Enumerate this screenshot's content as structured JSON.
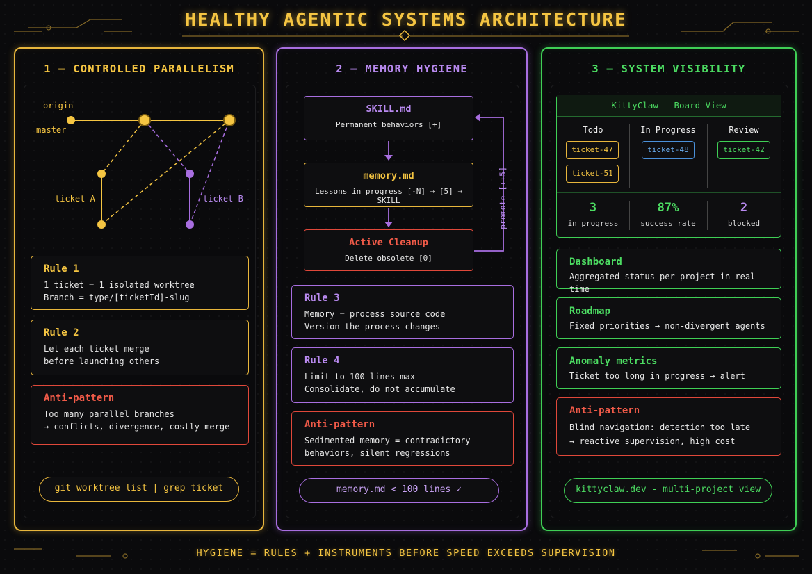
{
  "title": "HEALTHY AGENTIC SYSTEMS ARCHITECTURE",
  "footer": "HYGIENE = RULES + INSTRUMENTS BEFORE SPEED EXCEEDS SUPERVISION",
  "colors": {
    "yellow": "#e8b63c",
    "purple": "#a86ee0",
    "green": "#3fcf55",
    "red": "#e0483a",
    "blue": "#4a90d9"
  },
  "panel1": {
    "title": "1 — CONTROLLED PARALLELISM",
    "graph": {
      "origin": "origin",
      "master": "master",
      "ticket_a": "ticket-A",
      "ticket_b": "ticket-B"
    },
    "rule1": {
      "heading": "Rule 1",
      "line1": "1 ticket = 1 isolated worktree",
      "line2": "Branch = type/[ticketId]-slug"
    },
    "rule2": {
      "heading": "Rule 2",
      "line1": "Let each ticket merge",
      "line2": "before launching others"
    },
    "anti": {
      "heading": "Anti-pattern",
      "line1": "Too many parallel branches",
      "line2": "→ conflicts, divergence, costly merge"
    },
    "command": "git worktree list | grep ticket"
  },
  "panel2": {
    "title": "2 — MEMORY HYGIENE",
    "skill": {
      "heading": "SKILL.md",
      "text": "Permanent behaviors [+]"
    },
    "memory": {
      "heading": "memory.md",
      "text": "Lessons in progress [-N] → [5] → SKILL"
    },
    "cleanup": {
      "heading": "Active Cleanup",
      "text": "Delete obsolete [0]"
    },
    "promote": "promote [++5]",
    "rule3": {
      "heading": "Rule 3",
      "line1": "Memory = process source code",
      "line2": "Version the process changes"
    },
    "rule4": {
      "heading": "Rule 4",
      "line1": "Limit to 100 lines max",
      "line2": "Consolidate, do not accumulate"
    },
    "anti": {
      "heading": "Anti-pattern",
      "line1": "Sedimented memory = contradictory",
      "line2": "behaviors, silent regressions"
    },
    "command": "memory.md < 100 lines ✓"
  },
  "panel3": {
    "title": "3 — SYSTEM VISIBILITY",
    "board": {
      "title": "KittyClaw - Board View",
      "columns": [
        "Todo",
        "In Progress",
        "Review"
      ],
      "todo": [
        "ticket-47",
        "ticket-51"
      ],
      "in_progress": [
        "ticket-48"
      ],
      "review": [
        "ticket-42"
      ],
      "metrics": [
        {
          "value": "3",
          "label": "in progress"
        },
        {
          "value": "87%",
          "label": "success rate"
        },
        {
          "value": "2",
          "label": "blocked"
        }
      ]
    },
    "dashboard": {
      "heading": "Dashboard",
      "text": "Aggregated status per project in real time"
    },
    "roadmap": {
      "heading": "Roadmap",
      "text": "Fixed priorities → non-divergent agents"
    },
    "anomaly": {
      "heading": "Anomaly metrics",
      "text": "Ticket too long in progress → alert"
    },
    "anti": {
      "heading": "Anti-pattern",
      "line1": "Blind navigation: detection too late",
      "line2": "→ reactive supervision, high cost"
    },
    "command": "kittyclaw.dev - multi-project view"
  }
}
